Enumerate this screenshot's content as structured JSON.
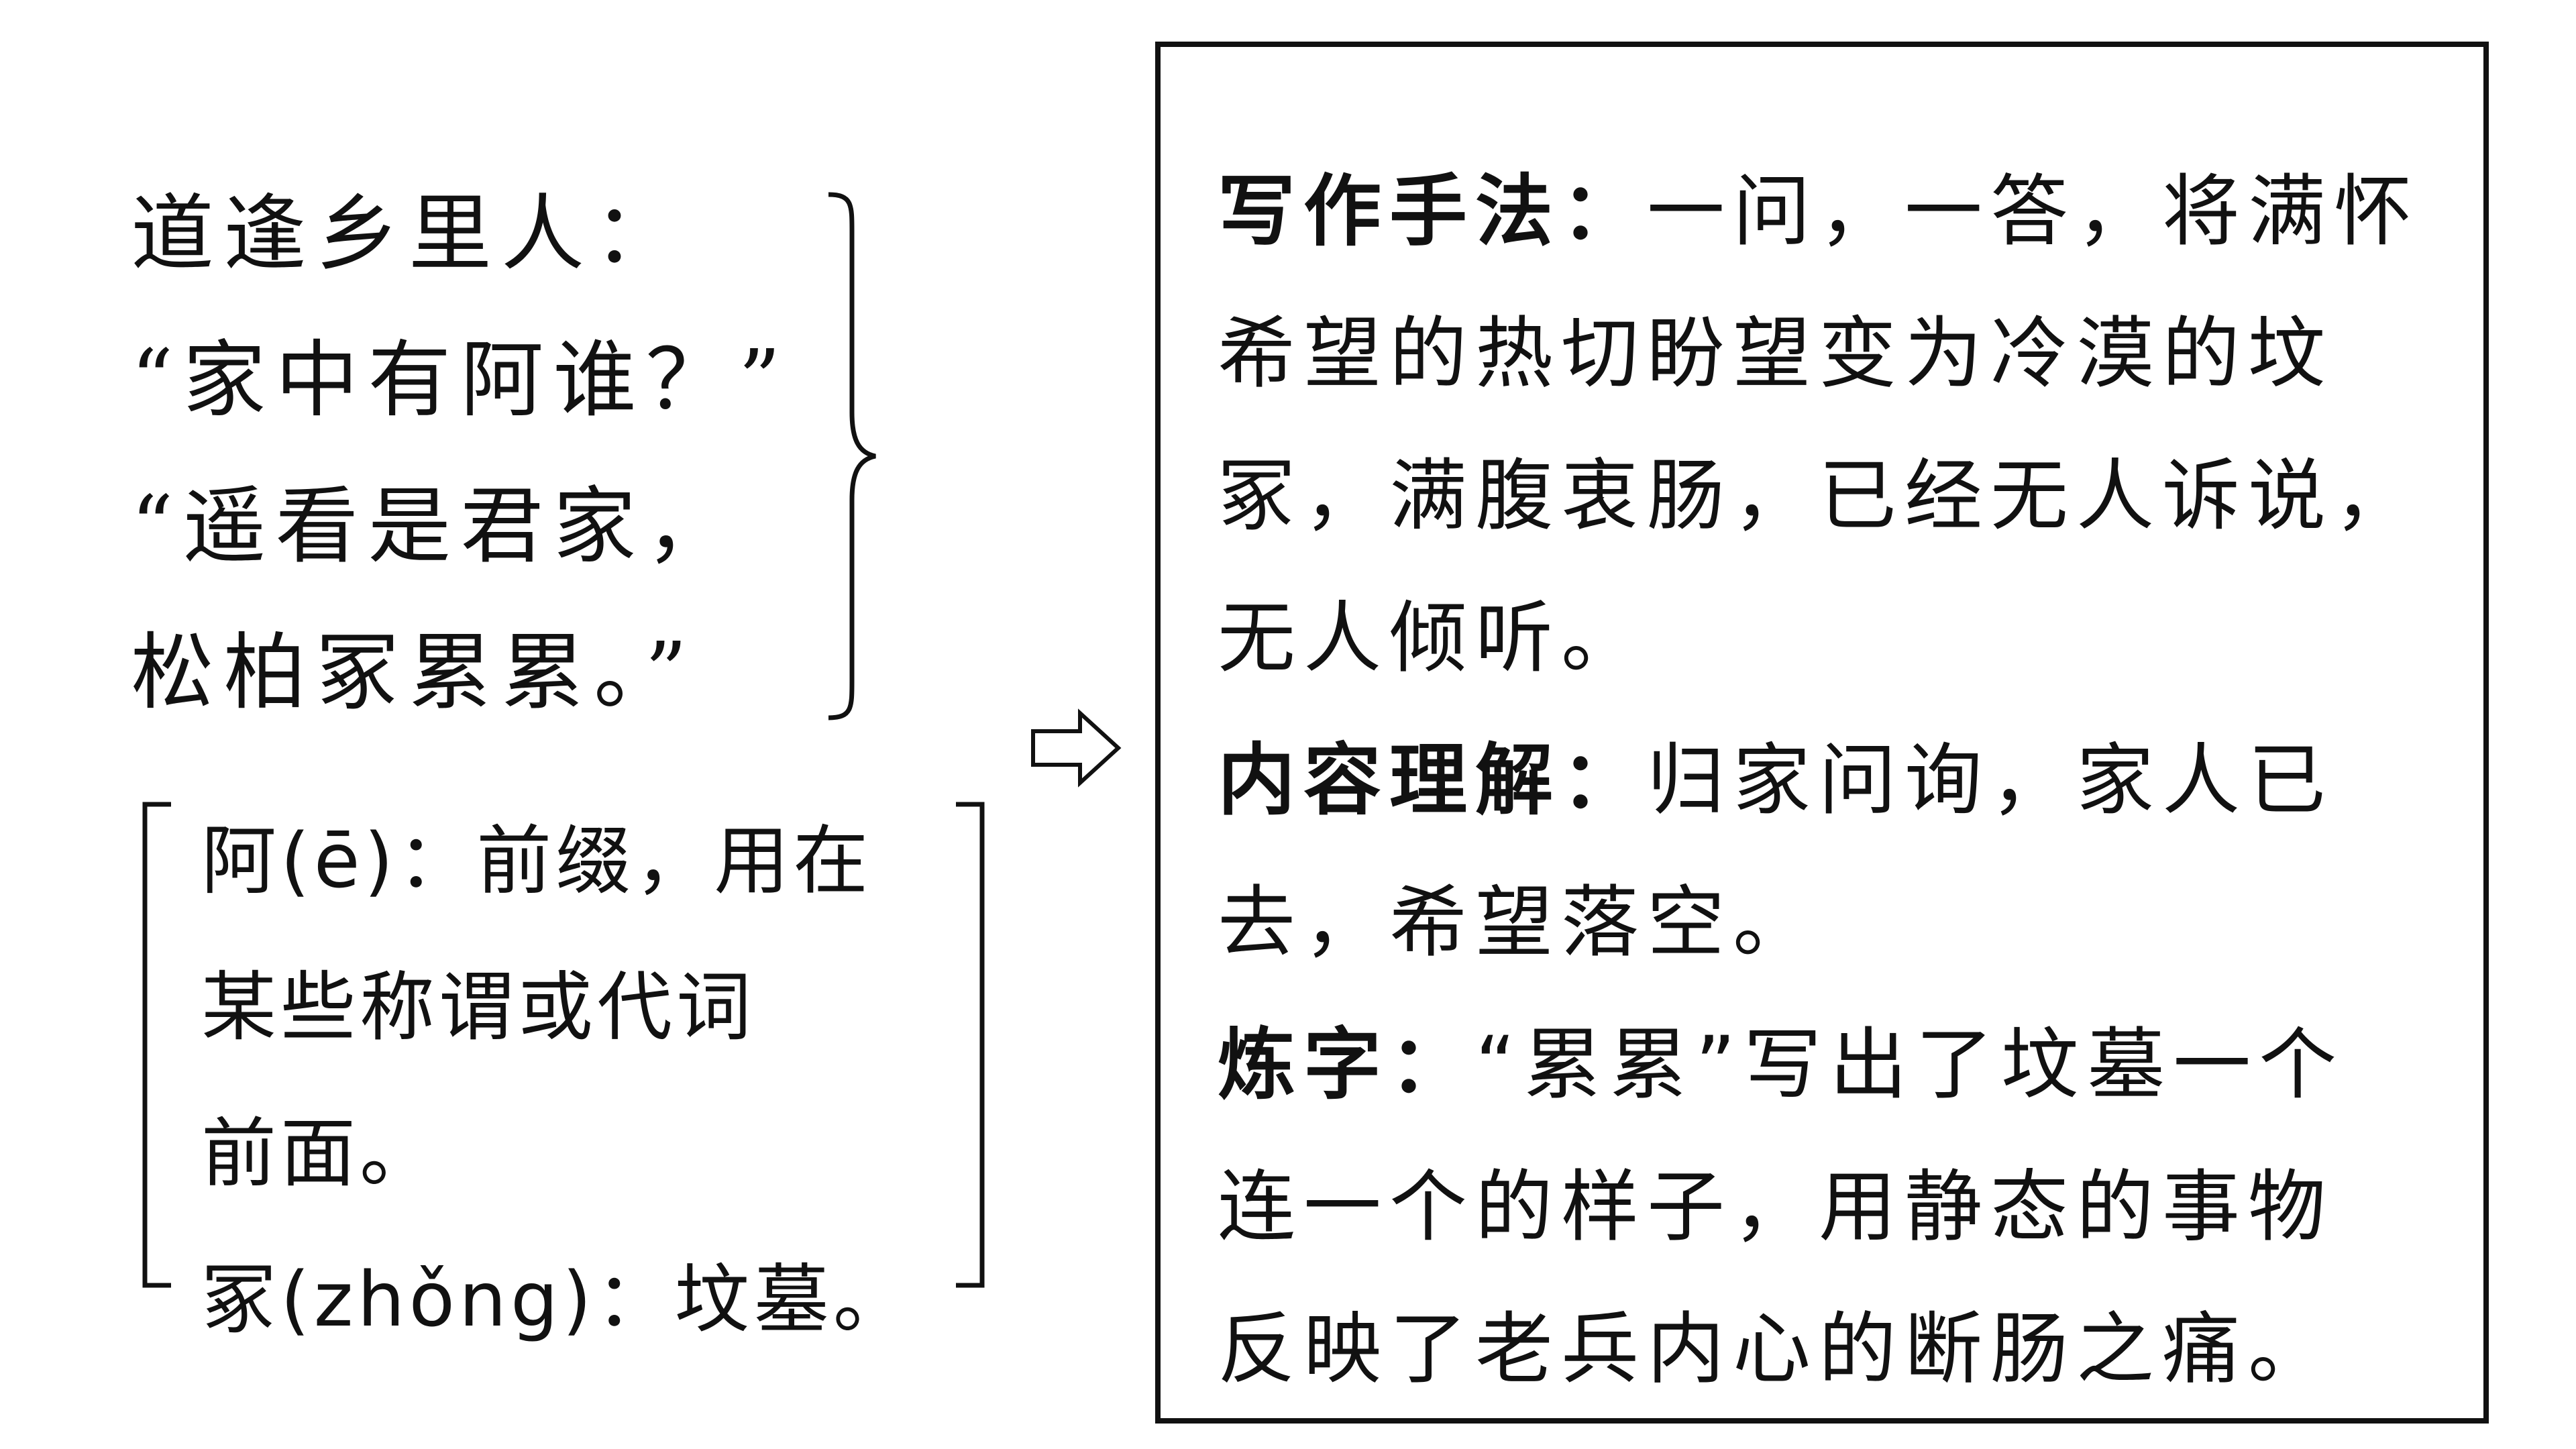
{
  "poem": {
    "lines": [
      "道逢乡里人：",
      "“家中有阿谁？”",
      "“遥看是君家，",
      "松柏冢累累。”"
    ]
  },
  "notes": {
    "lines": [
      "阿(ē)：前缀，用在",
      "某些称谓或代词",
      "前面。",
      "冢(zhǒng)：坟墓。"
    ]
  },
  "analysis": {
    "writing": {
      "label": "写作手法：",
      "line1": "一问，一答，将满怀",
      "line2": "希望的热切盼望变为冷漠的坟",
      "line3": "冢，满腹衷肠，已经无人诉说，",
      "line4": "无人倾听。"
    },
    "content": {
      "label": "内容理解：",
      "line1": "归家问询，家人已",
      "line2": "去，希望落空。"
    },
    "word": {
      "label": "炼字：",
      "line1": "“累累”写出了坟墓一个",
      "line2": "连一个的样子，用静态的事物",
      "line3": "反映了老兵内心的断肠之痛。"
    }
  },
  "icons": {
    "arrow": "hollow-right-arrow-icon"
  }
}
